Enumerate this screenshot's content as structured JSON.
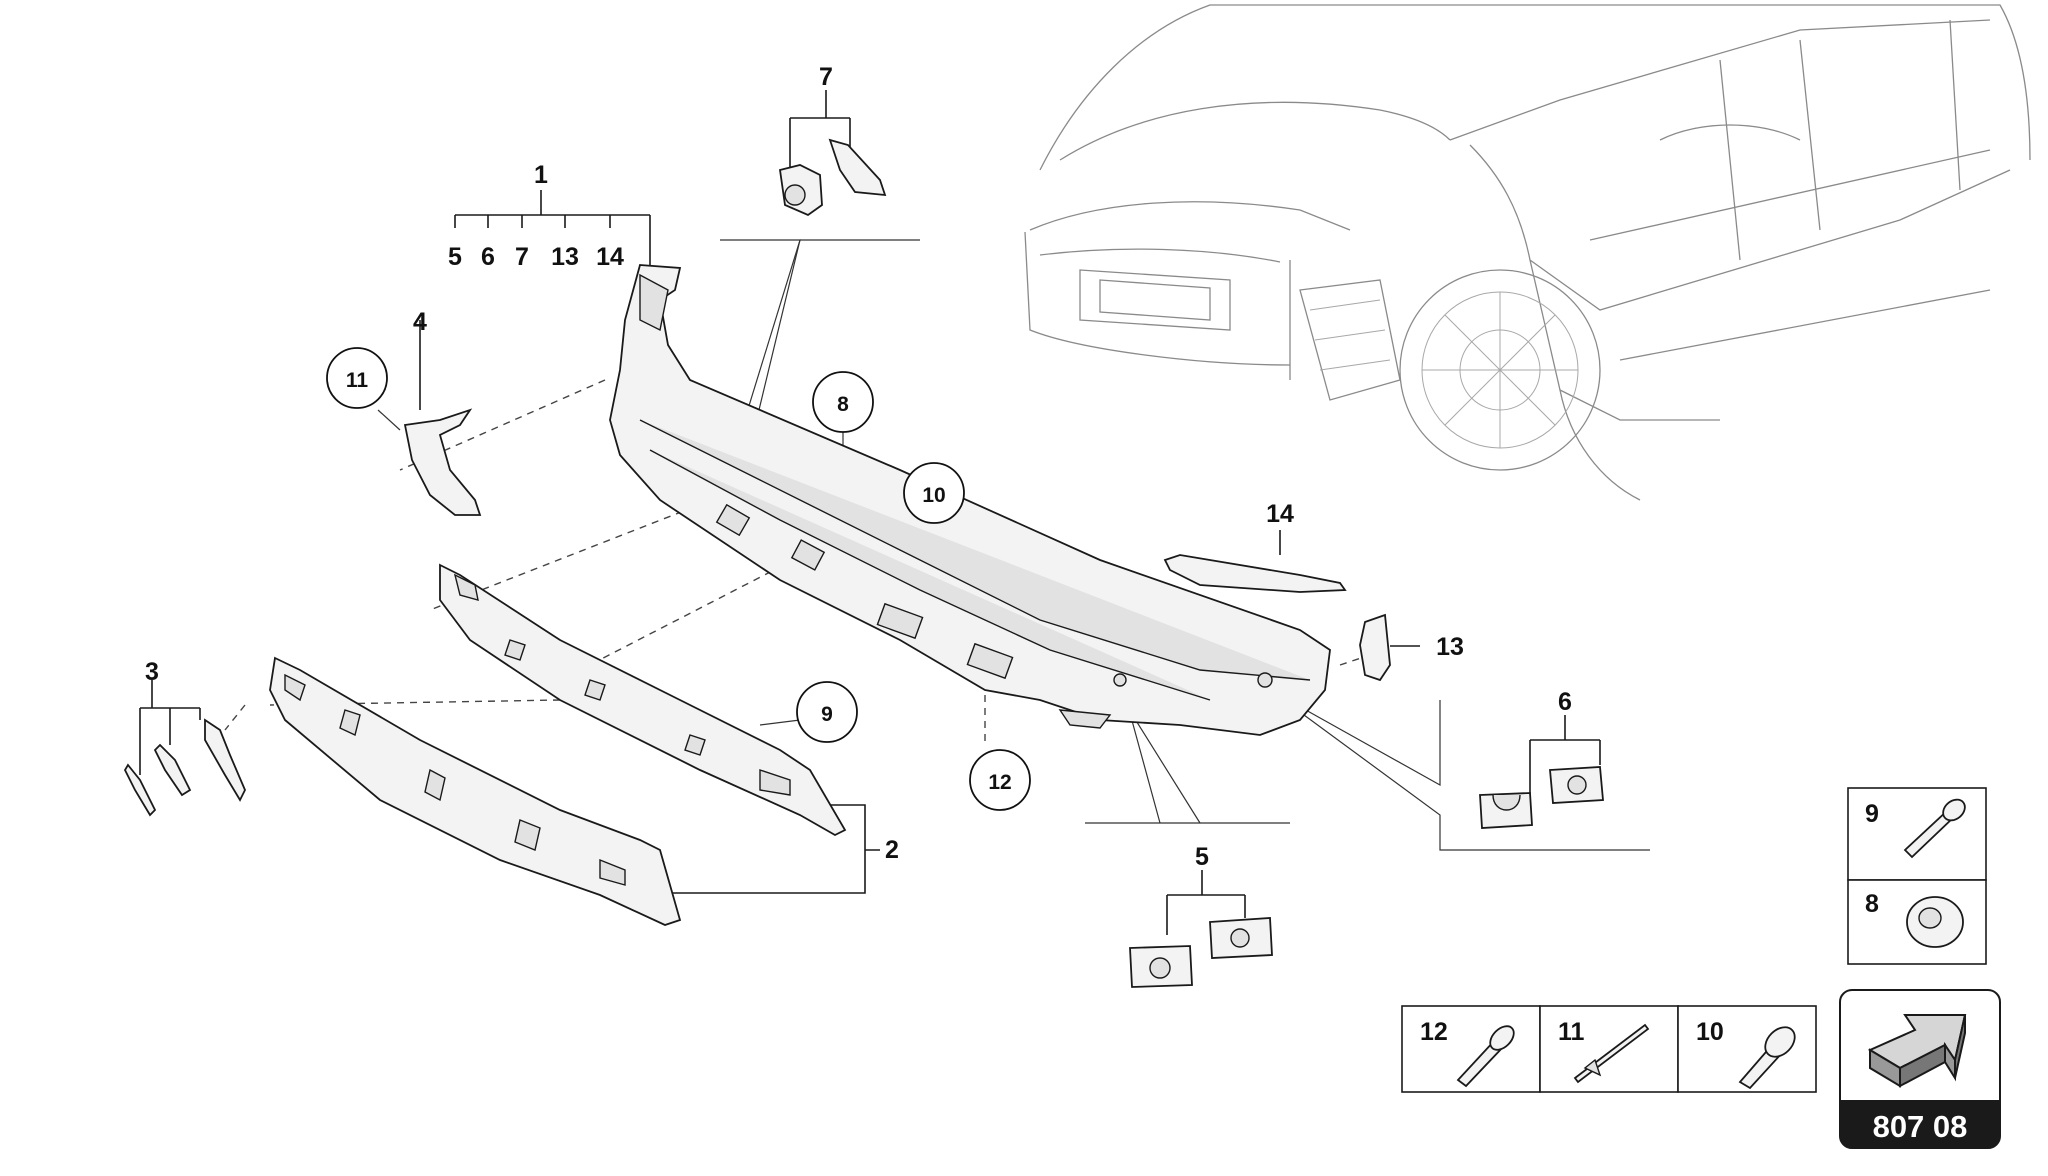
{
  "diagram_code": "807 08",
  "callouts": {
    "c1": "1",
    "c2": "2",
    "c3": "3",
    "c4": "4",
    "c5": "5",
    "c6": "6",
    "c7": "7",
    "c14": "14",
    "c13": "13",
    "sub1_a": "5",
    "sub1_b": "6",
    "sub1_c": "7",
    "sub1_d": "13",
    "sub1_e": "14"
  },
  "circled_callouts": {
    "c8": "8",
    "c9": "9",
    "c10": "10",
    "c11": "11",
    "c12": "12"
  },
  "hardware_legend": {
    "right_col": [
      "9",
      "8"
    ],
    "bottom_row": [
      "12",
      "11",
      "10"
    ]
  },
  "icons": [
    "navigation-arrow-icon",
    "bolt-icon",
    "nut-icon",
    "rivet-icon",
    "screw-icon"
  ]
}
